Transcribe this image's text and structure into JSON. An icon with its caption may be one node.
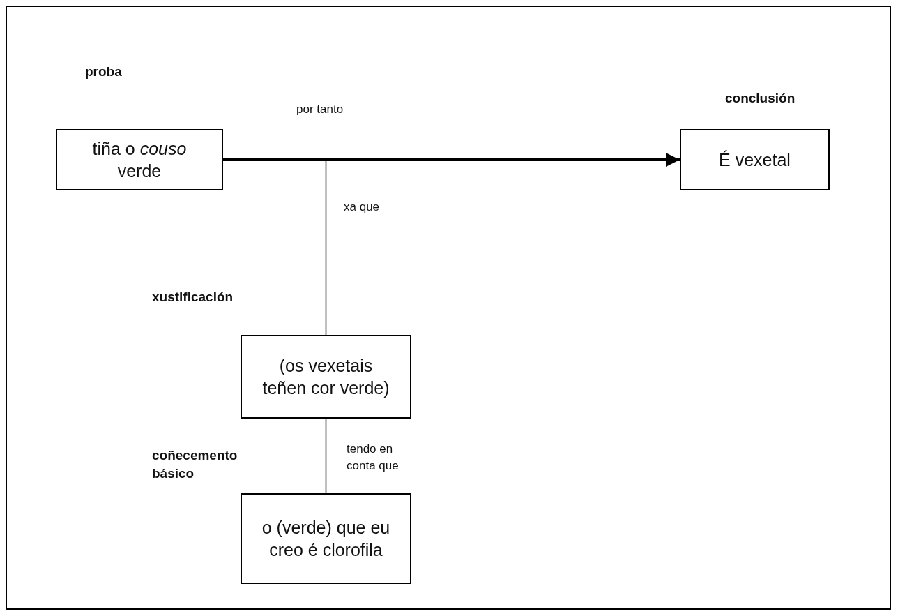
{
  "diagram": {
    "nodes": [
      {
        "text": [
          "proba",
          "tiña o *couso* verde"
        ]
      },
      {
        "text": [
          "conclusión",
          "É vexetal"
        ]
      },
      {
        "text": [
          "xustificación",
          "(os vexetais teñen cor verde)"
        ]
      },
      {
        "text": [
          "coñecemento básico",
          "o (verde) que eu creo é clorofila"
        ]
      }
    ],
    "edges": [
      {
        "from": 0,
        "to": 1,
        "arrow": "to",
        "label": "por tanto",
        "style": "thick"
      },
      {
        "from": 2,
        "to": null,
        "arrow": "none",
        "label": "xa que"
      },
      {
        "from": 3,
        "to": 2,
        "arrow": "none",
        "label": "tendo en conta que"
      }
    ]
  }
}
